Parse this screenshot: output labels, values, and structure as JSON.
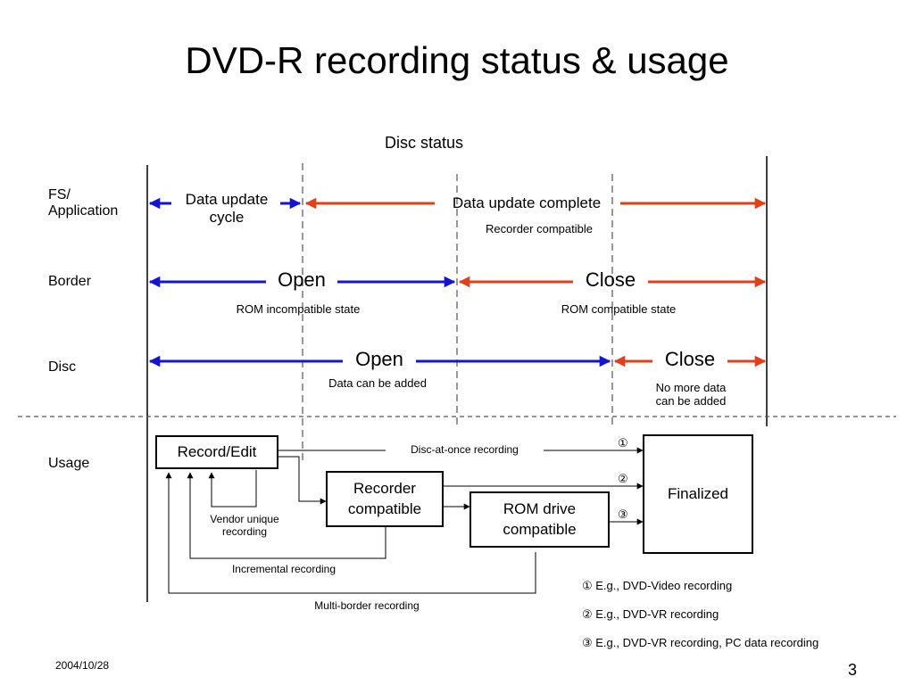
{
  "title": "DVD-R recording status & usage",
  "disc_status_label": "Disc status",
  "rows": {
    "fs_app": "FS/\nApplication",
    "border": "Border",
    "disc": "Disc",
    "usage": "Usage"
  },
  "fs_app_row": {
    "left_label": "Data update\ncycle",
    "right_label": "Data update complete",
    "right_sub": "Recorder compatible"
  },
  "border_row": {
    "open": "Open",
    "open_sub": "ROM incompatible state",
    "close": "Close",
    "close_sub": "ROM compatible state"
  },
  "disc_row": {
    "open": "Open",
    "open_sub": "Data can be added",
    "close": "Close",
    "close_sub": "No more data\ncan be added"
  },
  "usage": {
    "record_edit": "Record/Edit",
    "recorder_compatible": "Recorder\ncompatible",
    "rom_drive_compatible": "ROM drive\ncompatible",
    "finalized": "Finalized",
    "disc_at_once": "Disc-at-once recording",
    "vendor_unique": "Vendor unique\nrecording",
    "incremental": "Incremental recording",
    "multi_border": "Multi-border recording",
    "marker1": "①",
    "marker2": "②",
    "marker3": "③"
  },
  "notes": [
    "① E.g., DVD-Video recording",
    "② E.g.,  DVD-VR recording",
    "③ E.g., DVD-VR recording, PC data recording"
  ],
  "footer": {
    "date": "2004/10/28",
    "page_number": "3"
  },
  "colors": {
    "blue_arrow": "#1414d2",
    "red_arrow": "#e0401a",
    "line": "#000000",
    "dashed": "#555555"
  }
}
